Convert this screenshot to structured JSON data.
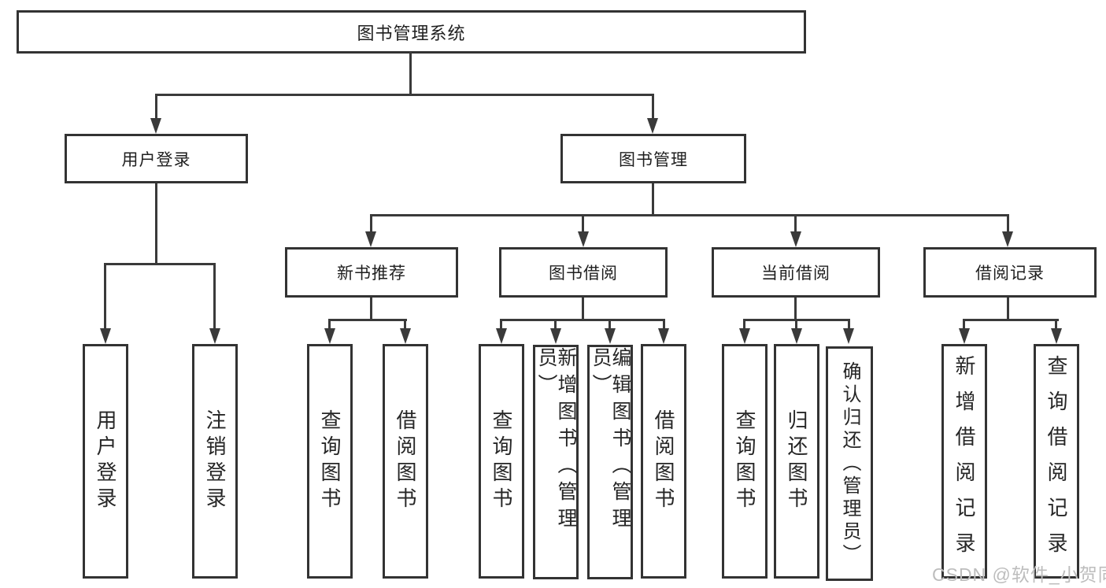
{
  "diagram": {
    "root": {
      "label": "图书管理系统"
    },
    "user_login": {
      "label": "用户登录",
      "children": [
        {
          "label": "用户登录"
        },
        {
          "label": "注销登录"
        }
      ]
    },
    "book_mgmt": {
      "label": "图书管理",
      "groups": [
        {
          "label": "新书推荐",
          "children": [
            {
              "label": "查询图书"
            },
            {
              "label": "借阅图书"
            }
          ]
        },
        {
          "label": "图书借阅",
          "children": [
            {
              "label": "查询图书"
            },
            {
              "label": "新增图书（管理员）"
            },
            {
              "label": "编辑图书（管理员）"
            },
            {
              "label": "借阅图书"
            }
          ]
        },
        {
          "label": "当前借阅",
          "children": [
            {
              "label": "查询图书"
            },
            {
              "label": "归还图书"
            },
            {
              "label": "确认归还（管理员）"
            }
          ]
        },
        {
          "label": "借阅记录",
          "children": [
            {
              "label": "新增借阅记录"
            },
            {
              "label": "查询借阅记录"
            }
          ]
        }
      ]
    },
    "watermark": "CSDN @软件_小贺同学",
    "colors": {
      "line": "#3a3a3a",
      "box_border": "#333333",
      "box_fill": "#ffffff",
      "text": "#1f1f1f",
      "watermark": "#bdbdbd"
    }
  }
}
